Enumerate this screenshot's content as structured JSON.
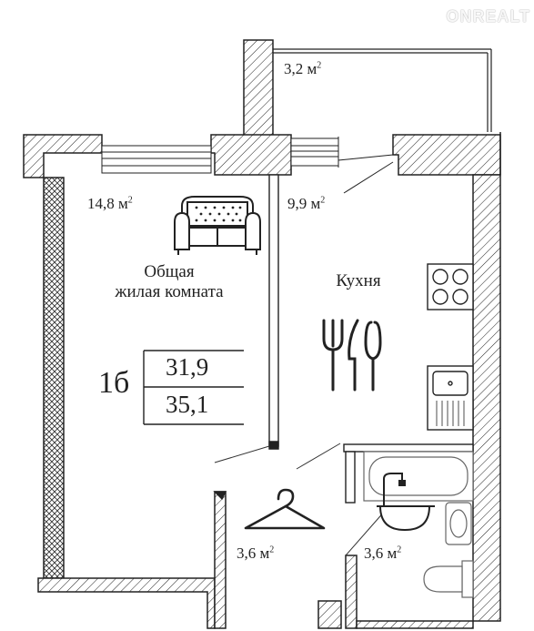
{
  "watermark": "ONREALT",
  "apartment": {
    "type_label": "1б",
    "living_area": "31,9",
    "total_area": "35,1"
  },
  "rooms": {
    "balcony": {
      "area": "3,2 м",
      "unit_sup": "2"
    },
    "living": {
      "area": "14,8 м",
      "unit_sup": "2",
      "name_line1": "Общая",
      "name_line2": "жилая комната"
    },
    "kitchen": {
      "area": "9,9 м",
      "unit_sup": "2",
      "name": "Кухня"
    },
    "hall": {
      "area": "3,6 м",
      "unit_sup": "2"
    },
    "bathroom": {
      "area": "3,6 м",
      "unit_sup": "2"
    }
  },
  "icons": [
    "sofa-icon",
    "cutlery-icon",
    "stove-icon",
    "sink-icon",
    "hanger-icon",
    "bathtub-icon",
    "washbasin-icon",
    "toilet-icon"
  ]
}
